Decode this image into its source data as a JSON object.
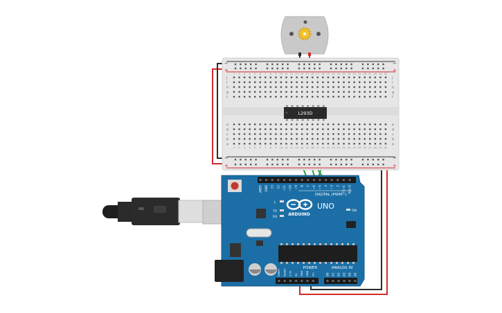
{
  "breadboard": {
    "plus_sign": "+",
    "minus_sign": "−",
    "row_letters_top": [
      "j",
      "i",
      "h",
      "g",
      "f"
    ],
    "row_letters_bottom": [
      "e",
      "d",
      "c",
      "b",
      "a"
    ],
    "column_numbers": [
      1,
      2,
      3,
      4,
      5,
      6,
      7,
      8,
      9,
      10,
      11,
      12,
      13,
      14,
      15,
      16,
      17,
      18,
      19,
      20,
      21,
      22,
      23,
      24,
      25,
      26,
      27,
      28,
      29,
      30
    ]
  },
  "chip": {
    "label": "L293D"
  },
  "arduino": {
    "logo_text": "ARDUINO",
    "model_text": "UNO",
    "digital_label": "DIGITAL (PWM~)",
    "analog_label": "ANALOG IN",
    "power_label": "POWER",
    "on_label": "ON",
    "led_labels": [
      "L",
      "TX",
      "RX"
    ],
    "digital_pins": [
      "AREF",
      "GND",
      "13",
      "12",
      "~11",
      "~10",
      "~9",
      "8",
      "7",
      "~6",
      "~5",
      "4",
      "~3",
      "2",
      "TX→1",
      "RX←0"
    ],
    "power_pins": [
      "IOREF",
      "RESET",
      "3.3V",
      "5V",
      "GND",
      "GND",
      "Vin"
    ],
    "analog_pins": [
      "A0",
      "A1",
      "A2",
      "A3",
      "A4",
      "A5"
    ]
  },
  "colors": {
    "breadboard": "#e6e6e6",
    "rail_red": "#d22b2b",
    "rail_black": "#333333",
    "wire_green": "#2f9e3a",
    "wire_red": "#d22b2b",
    "wire_black": "#2b2b2b",
    "arduino_blue": "#1c6fa6",
    "motor_body": "#c9c9c9",
    "gear_yellow": "#f1c232"
  }
}
